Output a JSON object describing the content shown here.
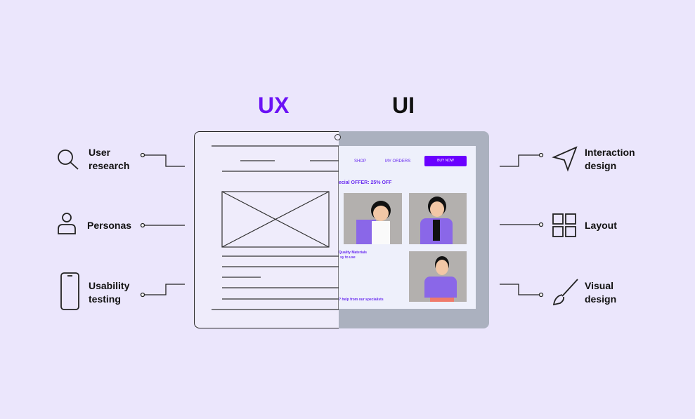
{
  "headings": {
    "ux": "UX",
    "ui": "UI"
  },
  "colors": {
    "ux": "#6b12f5",
    "accent": "#6a00ff",
    "background": "#ebe6fc"
  },
  "left_items": [
    {
      "icon": "search-icon",
      "label_line1": "User",
      "label_line2": "research"
    },
    {
      "icon": "person-icon",
      "label_line1": "Personas",
      "label_line2": ""
    },
    {
      "icon": "phone-icon",
      "label_line1": "Usability",
      "label_line2": "testing"
    }
  ],
  "right_items": [
    {
      "icon": "cursor-arrow-icon",
      "label_line1": "Interaction",
      "label_line2": "design"
    },
    {
      "icon": "grid-layout-icon",
      "label_line1": "Layout",
      "label_line2": ""
    },
    {
      "icon": "paintbrush-icon",
      "label_line1": "Visual",
      "label_line2": "design"
    }
  ],
  "mockup": {
    "nav": [
      "SHOP",
      "MY ORDERS"
    ],
    "cta": "BUY NOW",
    "offer": "ecial OFFER: 25% OFF",
    "feature1": "Quality Materials",
    "feature2": "sy to use",
    "help": "? help from our specialists"
  }
}
